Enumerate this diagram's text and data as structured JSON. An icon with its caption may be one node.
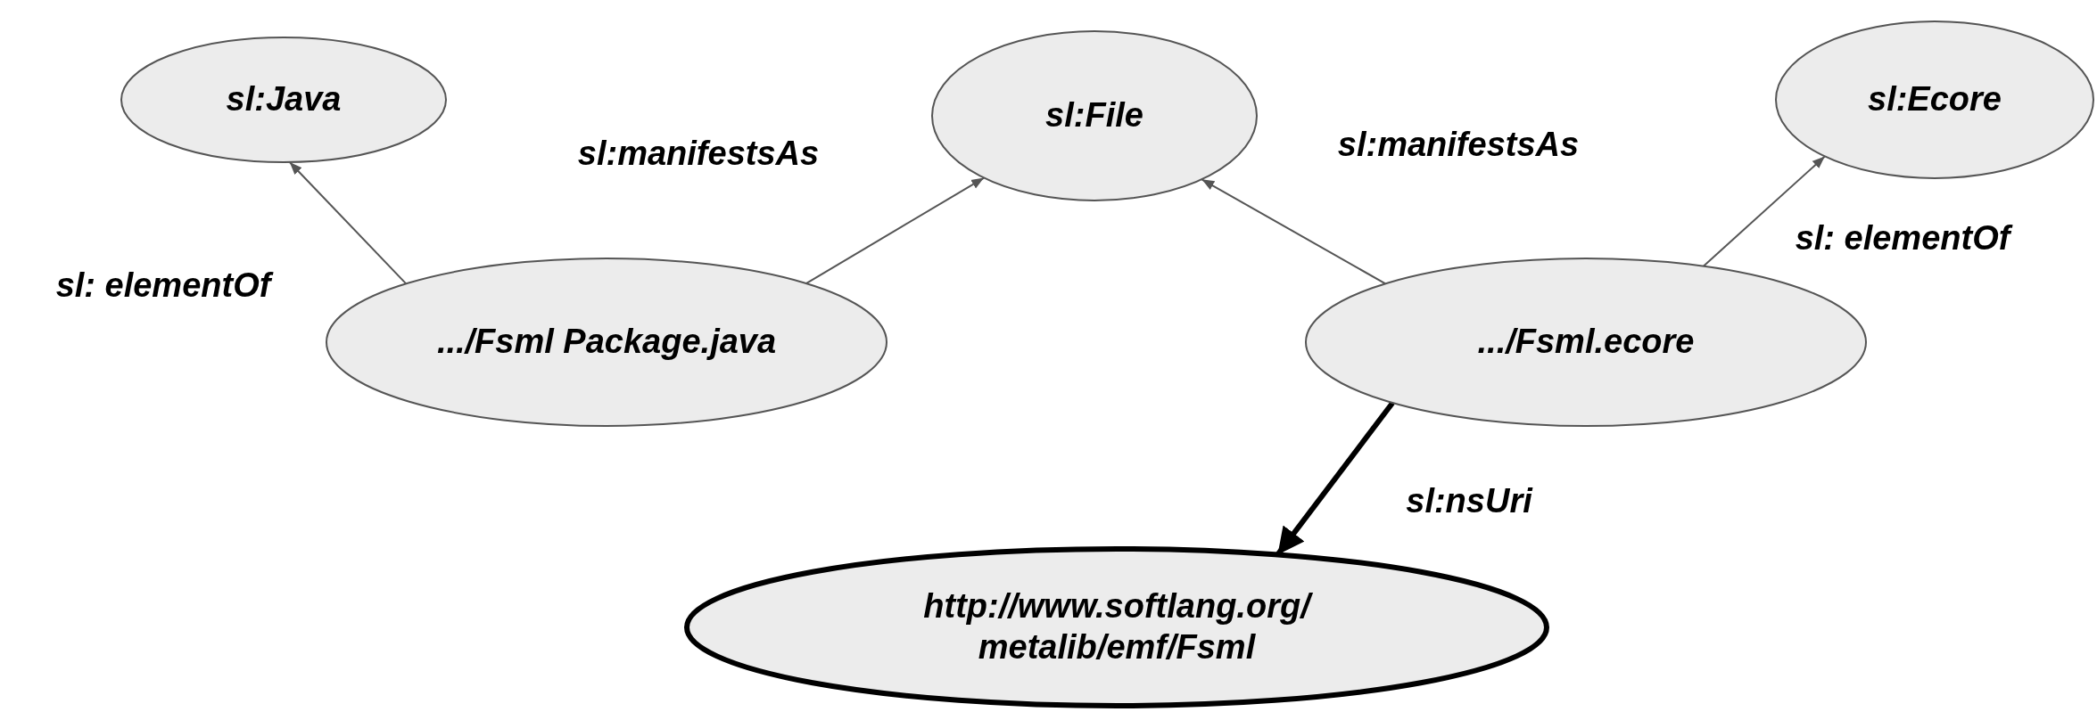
{
  "diagram": {
    "nodes": [
      {
        "text": [
          "sl:Java"
        ]
      },
      {
        "text": [
          "sl:File"
        ]
      },
      {
        "text": [
          "sl:Ecore"
        ]
      },
      {
        "text": [
          ".../Fsml Package.java"
        ]
      },
      {
        "text": [
          ".../Fsml.ecore"
        ]
      },
      {
        "text": [
          "http://www.softlang.org/ metalib/emf/Fsml"
        ]
      }
    ],
    "edges": [
      {
        "from": 3,
        "to": 0,
        "arrow": "to",
        "label": "sl: elementOf"
      },
      {
        "from": 3,
        "to": 1,
        "arrow": "to",
        "label": "sl:manifestsAs"
      },
      {
        "from": 4,
        "to": 1,
        "arrow": "to",
        "label": "sl:manifestsAs"
      },
      {
        "from": 4,
        "to": 2,
        "arrow": "to",
        "label": "sl: elementOf"
      },
      {
        "from": 4,
        "to": 5,
        "arrow": "to",
        "label": "sl:nsUri",
        "style": "thick"
      }
    ]
  }
}
